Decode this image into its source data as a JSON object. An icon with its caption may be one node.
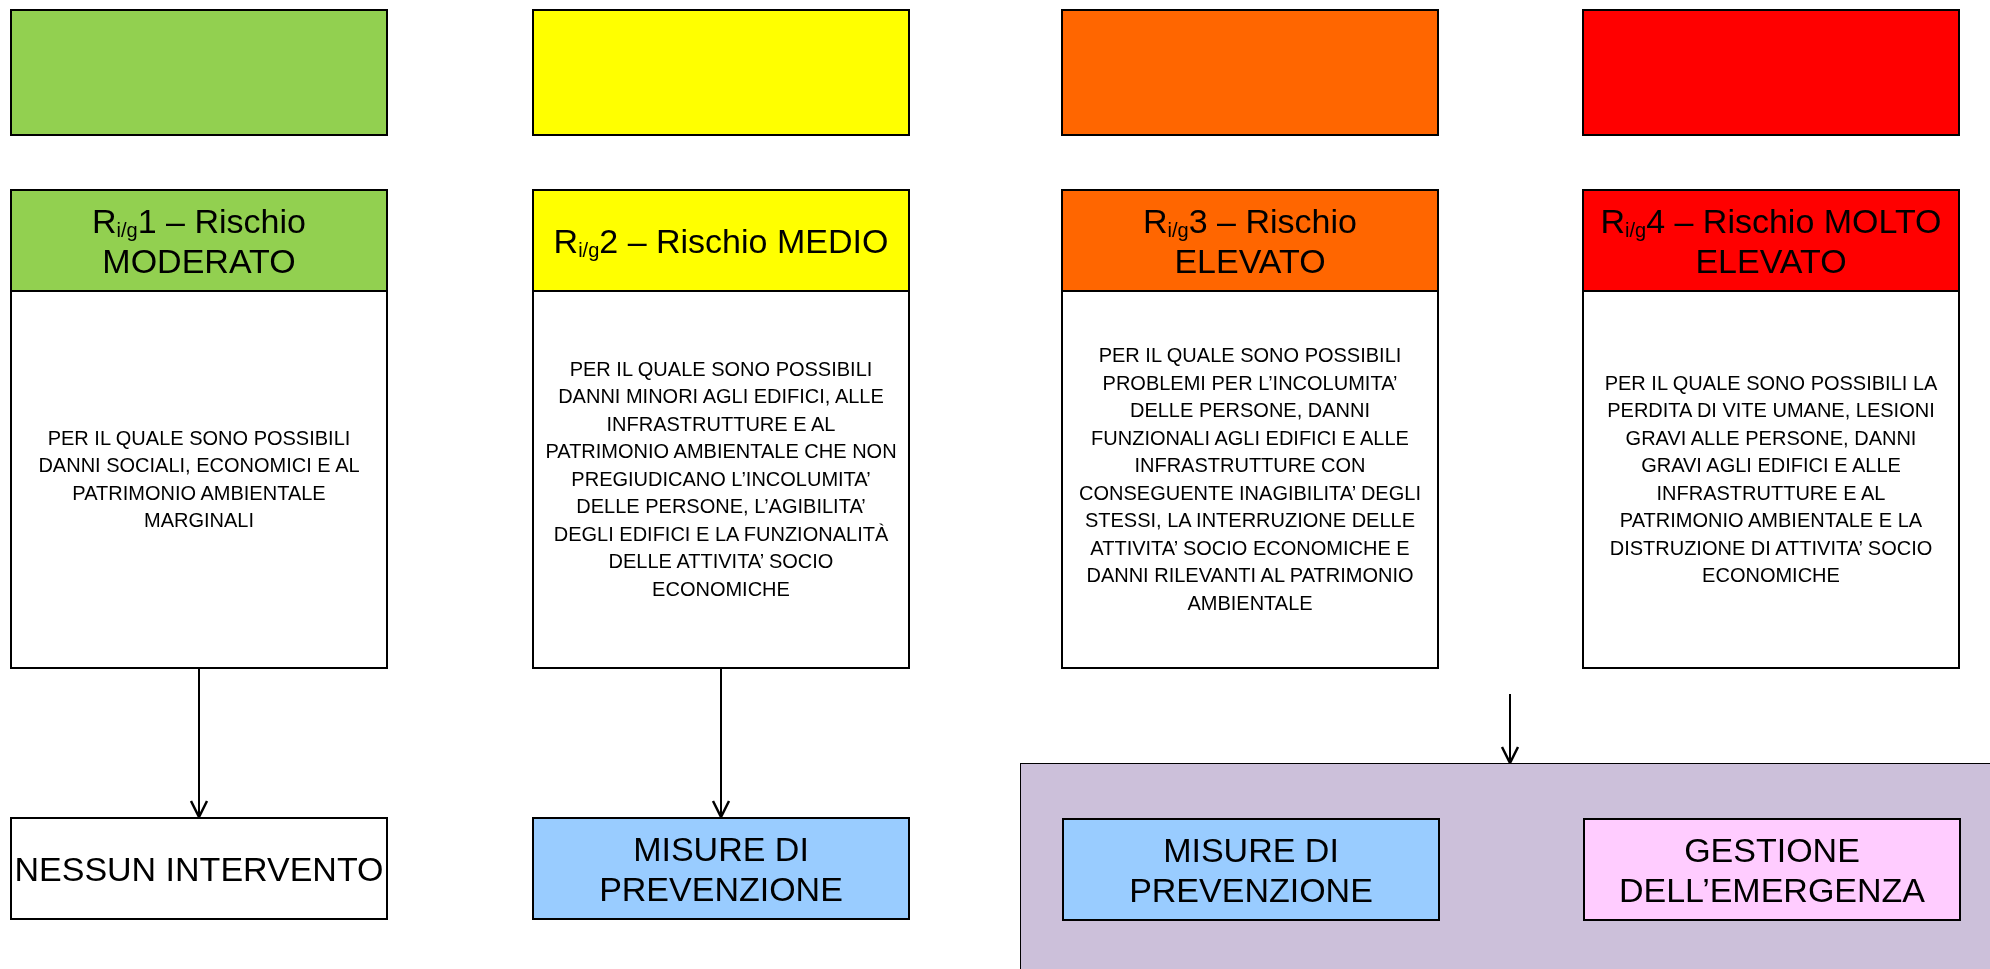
{
  "diagram": {
    "nodes": [
      {
        "text": [],
        "shape": "box"
      },
      {
        "text": [],
        "shape": "box"
      },
      {
        "text": [],
        "shape": "box"
      },
      {
        "text": [],
        "shape": "box"
      },
      {
        "text": [
          "R$_{i/g}$1 – Rischio MODERATO",
          "PER IL QUALE SONO POSSIBILI DANNI SOCIALI, ECONOMICI E AL PATRIMONIO AMBIENTALE MARGINALI"
        ]
      },
      {
        "text": [
          "R$_{i/g}$2 – Rischio MEDIO",
          "PER IL QUALE SONO POSSIBILI DANNI MINORI AGLI EDIFICI, ALLE INFRASTRUTTURE E AL PATRIMONIO AMBIENTALE CHE NON PREGIUDICANO L’INCOLUMITA’ DELLE PERSONE, L’AGIBILITA’ DEGLI EDIFICI E LA FUNZIONALITÀ DELLE ATTIVITA’ SOCIO ECONOMICHE"
        ]
      },
      {
        "text": [
          "R$_{i/g}$3 – Rischio ELEVATO",
          "PER IL QUALE SONO POSSIBILI PROBLEMI PER L’INCOLUMITA’ DELLE PERSONE, DANNI FUNZIONALI AGLI EDIFICI E ALLE INFRASTRUTTURE CON CONSEGUENTE INAGIBILITA’ DEGLI STESSI, LA INTERRUZIONE DELLE ATTIVITA’ SOCIO ECONOMICHE E DANNI RILEVANTI AL PATRIMONIO AMBIENTALE"
        ]
      },
      {
        "text": [
          "R$_{i/g}$4 – Rischio MOLTO ELEVATO",
          "PER IL QUALE SONO POSSIBILI LA PERDITA DI VITE UMANE, LESIONI GRAVI ALLE PERSONE, DANNI GRAVI AGLI EDIFICI E ALLE INFRASTRUTTURE E AL PATRIMONIO AMBIENTALE E LA DISTRUZIONE DI ATTIVITA’ SOCIO ECONOMICHE"
        ]
      },
      {
        "text": [
          "NESSUN INTERVENTO"
        ]
      },
      {
        "text": [
          "MISURE DI PREVENZIONE"
        ]
      },
      {
        "text": [],
        "shape": "box"
      },
      {
        "text": [
          "MISURE DI PREVENZIONE"
        ],
        "in": 10
      },
      {
        "text": [
          "GESTIONE DELL’EMERGENZA"
        ],
        "in": 10
      }
    ],
    "edges": [
      {
        "from": 4,
        "to": 8,
        "arrow": "to"
      },
      {
        "from": 5,
        "to": 9,
        "arrow": "to"
      },
      {
        "from": null,
        "to": 10,
        "arrow": "to"
      }
    ]
  }
}
